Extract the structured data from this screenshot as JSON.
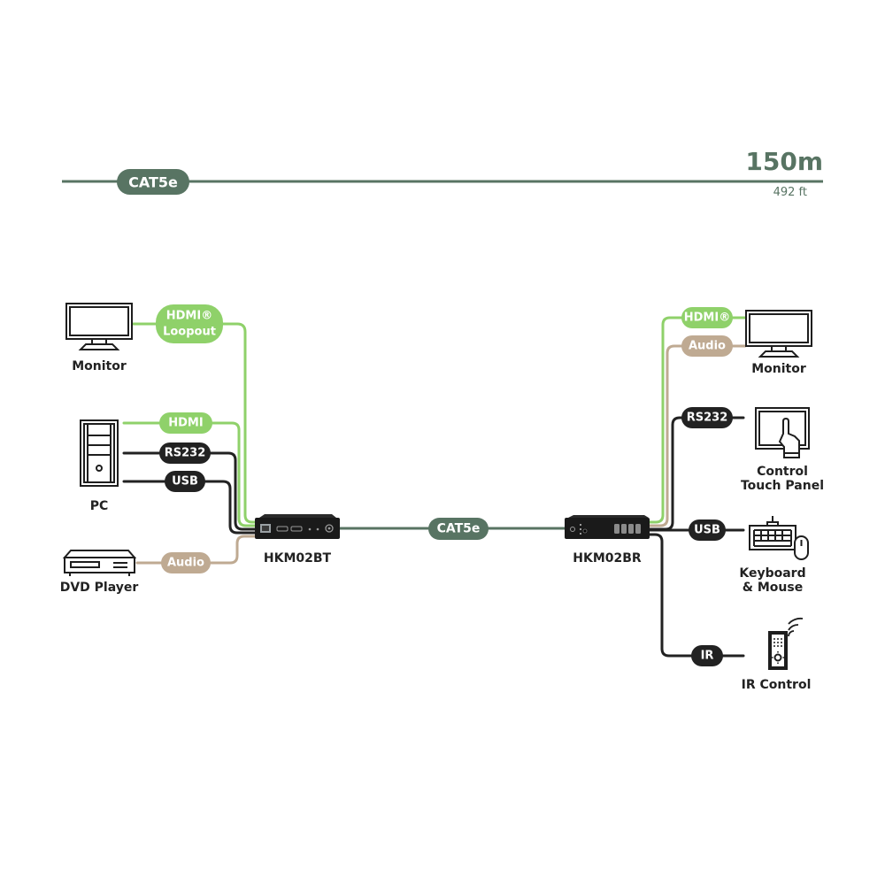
{
  "colors": {
    "cat": "#587463",
    "hdmi": "#8fd16a",
    "audio": "#bfaa92",
    "control": "#222222",
    "icon": "#1e1e1e",
    "device": "#1a1a1a"
  },
  "distance": {
    "cable_label": "CAT5e",
    "meters": "150m",
    "feet": "492 ft"
  },
  "link": {
    "cable_label": "CAT5e"
  },
  "transmitter": {
    "model": "HKM02BT"
  },
  "receiver": {
    "model": "HKM02BR"
  },
  "left_devices": {
    "monitor": {
      "label": "Monitor",
      "connections": [
        {
          "type": "hdmi",
          "label_line1": "HDMI®",
          "label_line2": "Loopout"
        }
      ]
    },
    "pc": {
      "label": "PC",
      "connections": [
        {
          "type": "hdmi",
          "label": "HDMI"
        },
        {
          "type": "control",
          "label": "RS232"
        },
        {
          "type": "control",
          "label": "USB"
        }
      ]
    },
    "dvd": {
      "label": "DVD Player",
      "connections": [
        {
          "type": "audio",
          "label": "Audio"
        }
      ]
    }
  },
  "right_devices": {
    "monitor": {
      "label": "Monitor",
      "connections": [
        {
          "type": "hdmi",
          "label": "HDMI®"
        },
        {
          "type": "audio",
          "label": "Audio"
        }
      ]
    },
    "touch_panel": {
      "label_line1": "Control",
      "label_line2": "Touch Panel",
      "connections": [
        {
          "type": "control",
          "label": "RS232"
        }
      ]
    },
    "keyboard_mouse": {
      "label_line1": "Keyboard",
      "label_line2": "& Mouse",
      "connections": [
        {
          "type": "control",
          "label": "USB"
        }
      ]
    },
    "ir": {
      "label": "IR Control",
      "connections": [
        {
          "type": "control",
          "label": "IR"
        }
      ]
    }
  }
}
